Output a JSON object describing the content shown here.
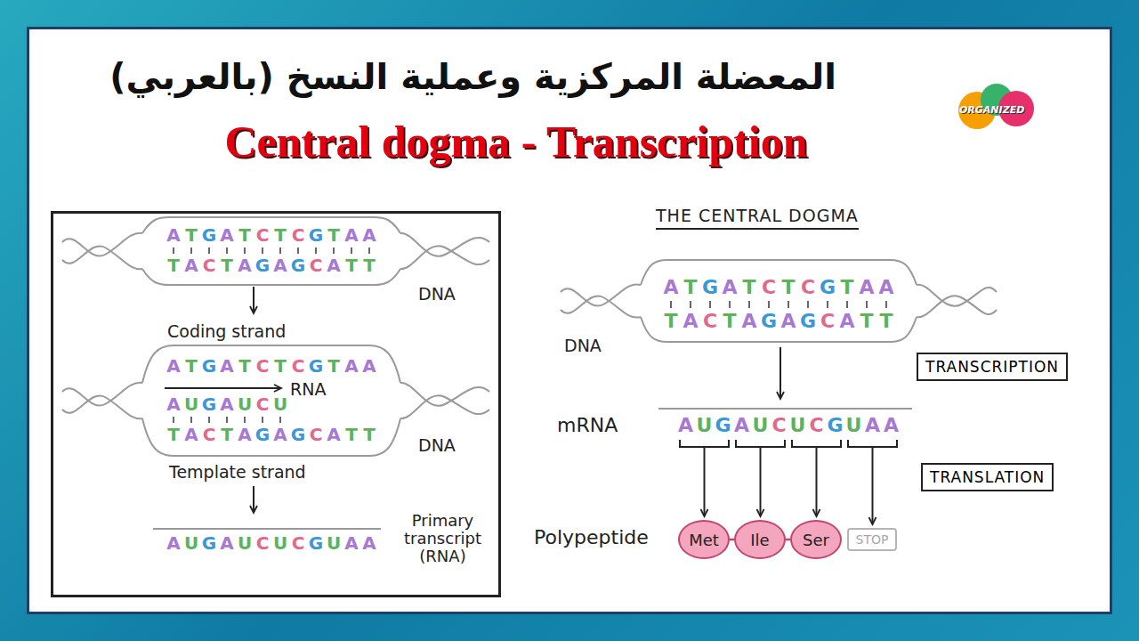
{
  "diagram": {
    "title": "المعضلة المركزية وعملية النسخ (بالعربي)",
    "nodes": [
      {
        "text": [
          "ATGATCTCGTAA",
          "TACTAGAGCATT",
          "DNA",
          "Coding strand",
          "ATGATCTCGTAA",
          "AUGAUCU",
          "RNA",
          "TACTAGAGCATT",
          "DNA",
          "Template strand",
          "AUGAUCUCGUAA",
          "Primary transcript (RNA)"
        ]
      },
      {
        "text": [
          "TRANSCRIPTION"
        ]
      },
      {
        "text": [
          "TRANSLATION"
        ]
      },
      {
        "text": [
          "Met"
        ]
      },
      {
        "text": [
          "Ile"
        ]
      },
      {
        "text": [
          "Ser"
        ]
      },
      {
        "text": [
          "STOP"
        ]
      }
    ],
    "edges": [
      {
        "from": 3,
        "to": 4,
        "arrow": "none"
      },
      {
        "from": 4,
        "to": 5,
        "arrow": "none"
      }
    ],
    "labels": [
      "Central dogma - Transcription",
      "ORGANIZED",
      "THE CENTRAL DOGMA",
      "ATGATCTCGTAA",
      "TACTAGAGCATT",
      "DNA",
      "mRNA",
      "AUGAUCUCGUAA",
      "Polypeptide"
    ]
  }
}
